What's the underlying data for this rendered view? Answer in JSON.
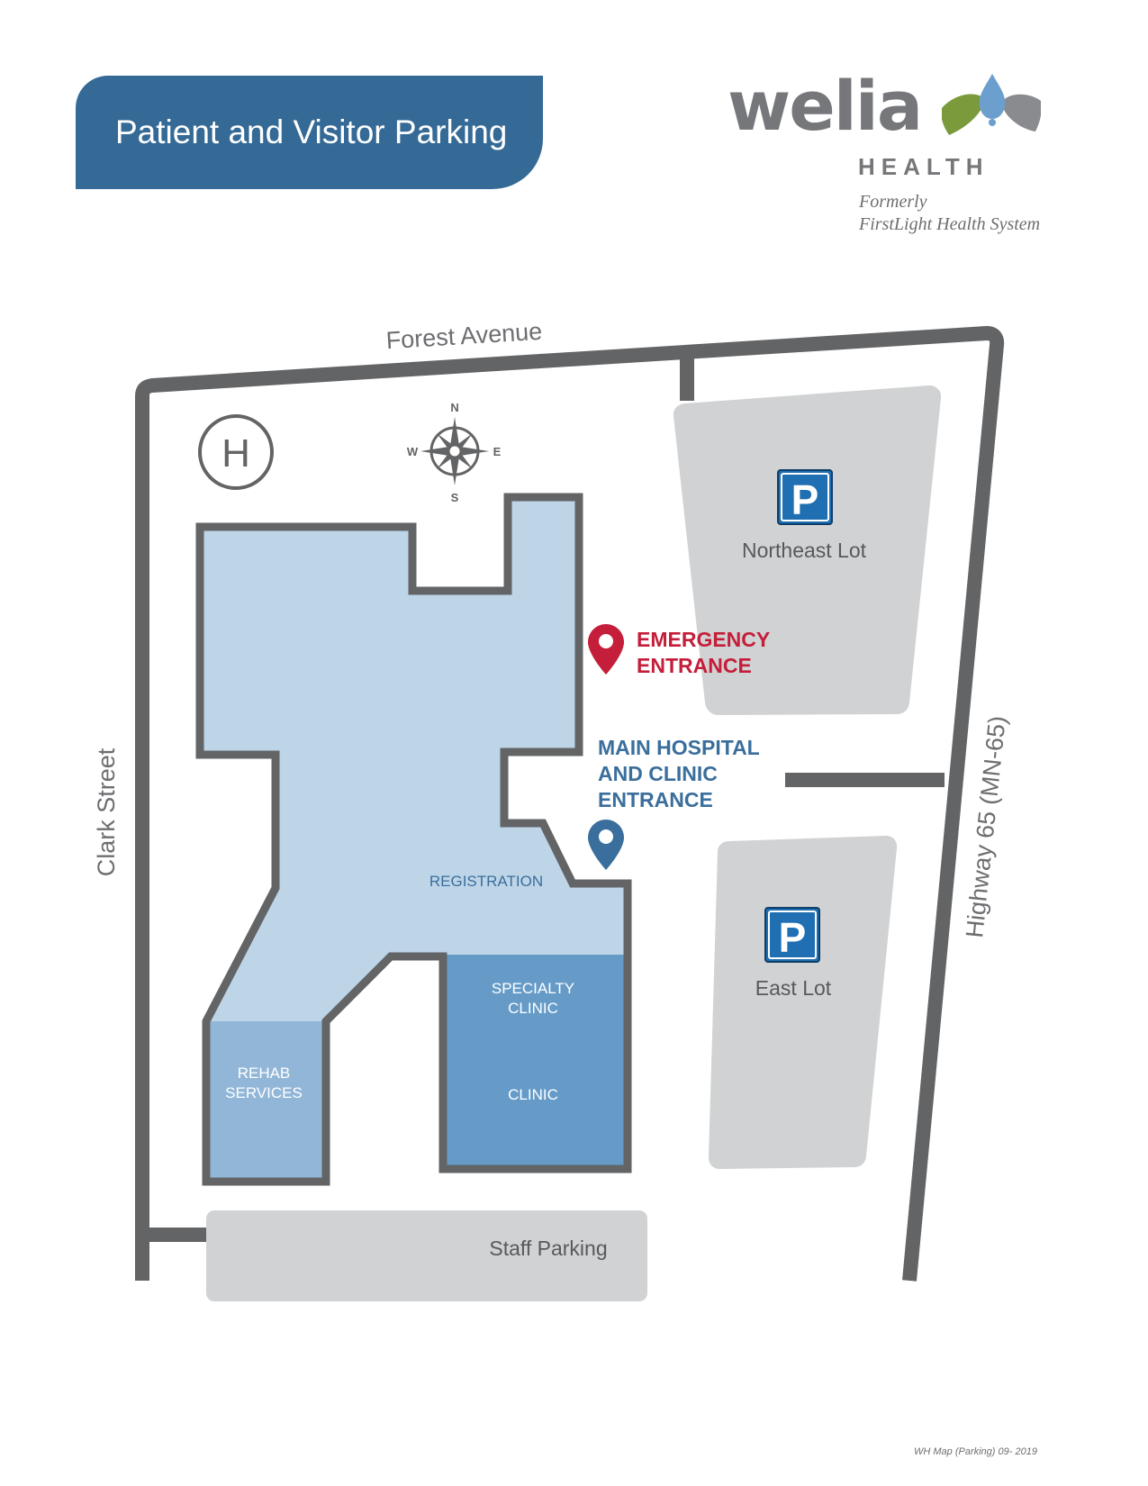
{
  "header": {
    "title": "Patient and Visitor Parking"
  },
  "logo": {
    "wordmark": "welia",
    "subword": "HEALTH",
    "formerly_line1": "Formerly",
    "formerly_line2": "FirstLight Health System"
  },
  "streets": {
    "north": "Forest Avenue",
    "west": "Clark Street",
    "east": "Highway 65 (MN-65)"
  },
  "compass": {
    "n": "N",
    "s": "S",
    "e": "E",
    "w": "W"
  },
  "helipad": {
    "symbol": "H",
    "icon": "helipad-icon"
  },
  "parking": {
    "symbol": "P",
    "icon": "parking-sign-icon",
    "northeast_lot": "Northeast Lot",
    "east_lot": "East Lot",
    "staff_parking": "Staff Parking"
  },
  "entrances": {
    "emergency_line1": "EMERGENCY",
    "emergency_line2": "ENTRANCE",
    "main_line1": "MAIN HOSPITAL",
    "main_line2": "AND CLINIC",
    "main_line3": "ENTRANCE",
    "pin_icon": "map-pin-icon"
  },
  "departments": {
    "registration": "REGISTRATION",
    "specialty_line1": "SPECIALTY",
    "specialty_line2": "CLINIC",
    "clinic": "CLINIC",
    "rehab_line1": "REHAB",
    "rehab_line2": "SERVICES"
  },
  "footer": {
    "note": "WH Map (Parking) 09- 2019"
  },
  "colors": {
    "title_banner": "#356a96",
    "road": "#636466",
    "lot": "#d1d2d3",
    "building_main": "#bed5e8",
    "building_rehab": "#92b6d8",
    "building_clinic": "#669bc8",
    "emergency": "#c41e3a",
    "main_entrance": "#3a6e9c",
    "parking_sign": "#1f6fb2",
    "logo_gray": "#76777a",
    "leaf_blue": "#6c9fce",
    "leaf_green": "#7a9a3c"
  }
}
